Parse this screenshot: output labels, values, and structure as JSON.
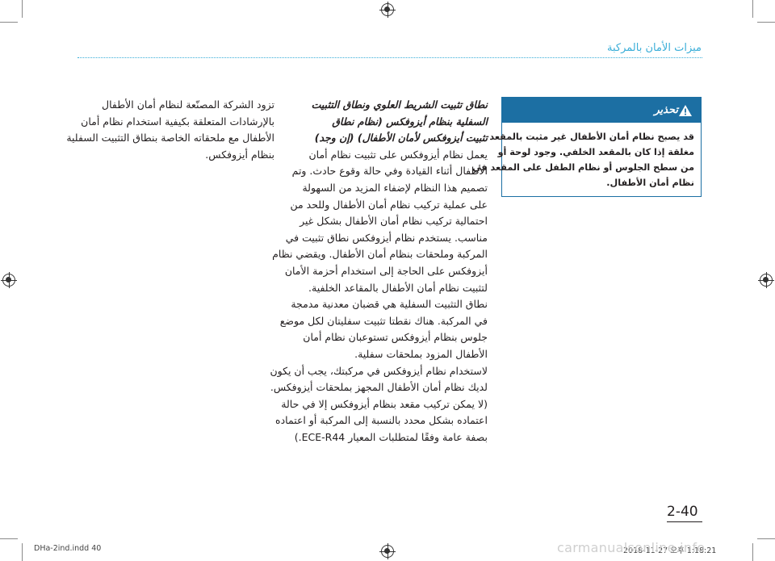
{
  "header": {
    "section_title": "ميزات الأمان بالمركبة"
  },
  "column_left": {
    "paragraphs": [
      "تزود الشركة المصنّعة لنظام أمان الأطفال",
      "بالإرشادات المتعلقة بكيفية استخدام نظام أمان",
      "الأطفال مع ملحقاته الخاصة بنطاق التثبيت السفلية",
      "بنظام أيزوفكس."
    ]
  },
  "column_middle": {
    "title_lines": [
      "نطاق تثبيت الشريط العلوي ونطاق التثبيت",
      "السفلية بنظام أيزوفكس (نظام نطاق",
      "تثبيت أيزوفكس لأمان الأطفال) (إن وجد)"
    ],
    "body_lines": [
      "يعمل نظام أيزوفكس على تثبيت نظام أمان",
      "الأطفال أثناء القيادة وفي حالة وقوع حادث. وتم",
      "تصميم هذا النظام لإضفاء المزيد من السهولة",
      "على عملية تركيب نظام أمان الأطفال وللحد من",
      "احتمالية تركيب نظام أمان الأطفال بشكل غير",
      "مناسب. يستخدم نظام أيزوفكس نطاق تثبيت في",
      "المركبة وملحقات بنظام أمان الأطفال. ويقضي نظام",
      "أيزوفكس على الحاجة إلى استخدام أحزمة الأمان",
      "لتثبيت نظام أمان الأطفال بالمقاعد الخلفية.",
      "نطاق التثبيت السفلية هي قضبان معدنية مدمجة",
      "في المركبة. هناك نقطتا تثبيت سفليتان لكل موضع",
      "جلوس بنظام أيزوفكس تستوعبان نظام أمان",
      "الأطفال المزود بملحقات سفلية.",
      "لاستخدام نظام أيزوفكس في مركبتك، يجب أن يكون",
      "لديك نظام أمان الأطفال المجهز بملحقات أيزوفكس.",
      "(لا يمكن تركيب مقعد بنظام أيزوفكس إلا في حالة",
      "اعتماده بشكل محدد بالنسبة إلى المركبة أو اعتماده",
      "بصفة عامة وفقًا لمتطلبات المعيار ECE-R44.)"
    ]
  },
  "warning": {
    "label": "تحذير",
    "icon": "warning-triangle-icon",
    "lines": [
      "قد يصبح نظام أمان الأطفال غير مثبت بالمقعد",
      "مغلقة إذا كان بالمقعد الخلفي. وجود لوحة أو",
      "من سطح الجلوس أو نظام الطفل على المقعد في",
      "نظام أمان الأطفال."
    ],
    "color": "#1c6fa3"
  },
  "footer": {
    "page_number": "2-40",
    "file_slug": "DHa-2ind.indd   40",
    "date_slug": "2018-11-27   오후 1:18:21",
    "watermark": "carmanualsonline.info"
  },
  "colors": {
    "accent": "#3aaed8",
    "warning_header": "#1c6fa3"
  }
}
